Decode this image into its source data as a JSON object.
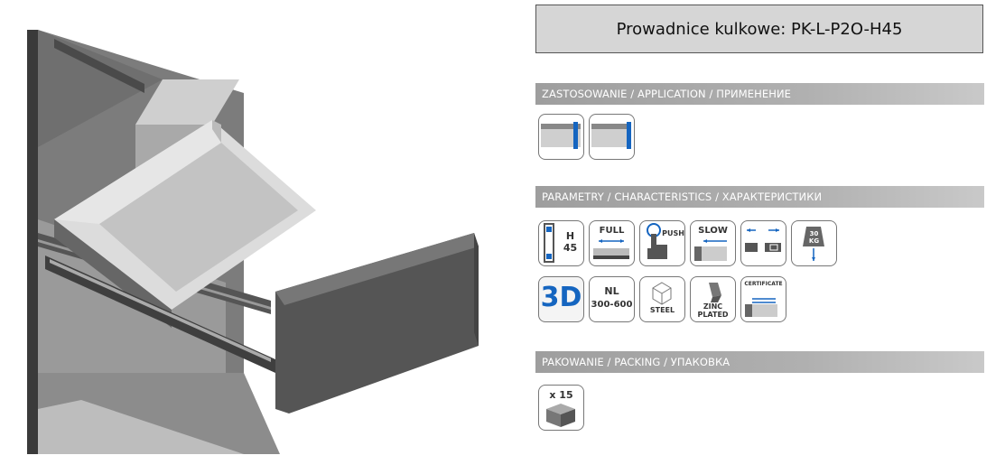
{
  "header": {
    "title": "Prowadnice kulkowe: PK-L-P2O-H45"
  },
  "sections": {
    "application": {
      "label": "ZASTOSOWANIE / APPLICATION / ПРИМЕНЕНИЕ",
      "icons": [
        "drawer-side-blue-icon",
        "drawer-side-blue-right-icon"
      ]
    },
    "characteristics": {
      "label": "PARAMETRY / CHARACTERISTICS / ХАРАКТЕРИСТИКИ",
      "height_label": "H",
      "height_value": "45",
      "full_label": "FULL",
      "push_label": "PUSH",
      "slow_label": "SLOW",
      "load_label": "30\nKG",
      "threed_label": "3D",
      "nl_label": "NL",
      "nl_range": "300-600",
      "steel_label": "STEEL",
      "zinc_label": "ZINC",
      "plated_label": "PLATED",
      "certificate_label": "CERTIFICATE"
    },
    "packing": {
      "label": "PAKOWANIE / PACKING / УПАКОВКА",
      "count": "x 15"
    }
  },
  "colors": {
    "accent_blue": "#1565c0",
    "bar_gray": "#a8a8a8",
    "drawer_dark": "#5a5a5a"
  }
}
